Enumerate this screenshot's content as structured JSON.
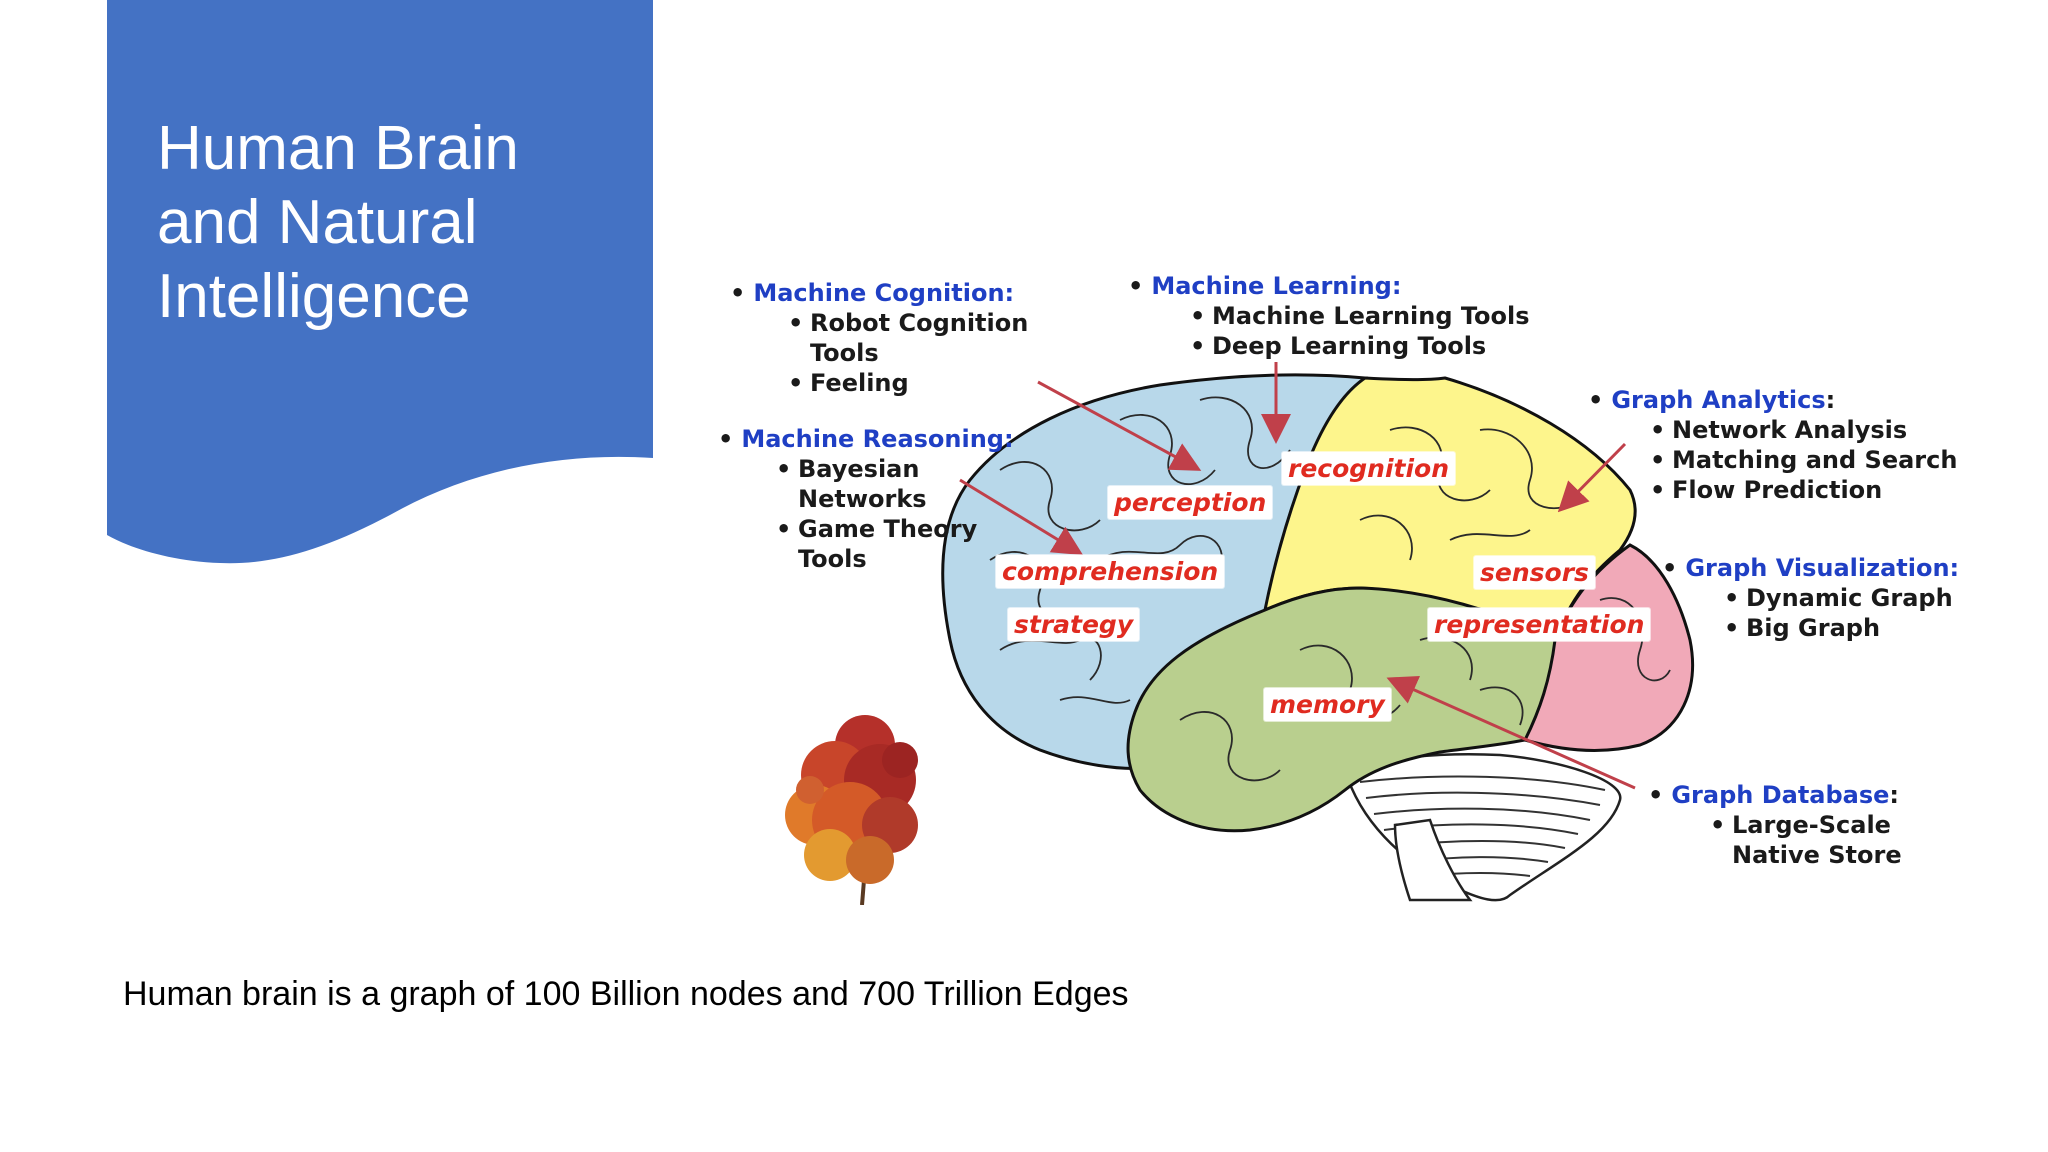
{
  "slide": {
    "title": "Human Brain\nand Natural\nIntelligence",
    "caption": "Human brain is a graph of 100 Billion nodes and 700 Trillion Edges"
  },
  "colors": {
    "title_panel": "#4472c4",
    "frontal_lobe": "#b8d8ea",
    "parietal_lobe": "#fdf58c",
    "occipital_lobe": "#f1a9b8",
    "temporal_lobe": "#b9cf8e",
    "heading_text": "#1f3fc4",
    "region_label_text": "#e02b20",
    "arrow": "#c0404a"
  },
  "diagram": {
    "groups": [
      {
        "heading": "Machine Cognition:",
        "items": [
          "Robot Cognition\nTools",
          "Feeling"
        ]
      },
      {
        "heading": "Machine Reasoning:",
        "items": [
          "Bayesian\nNetworks",
          "Game Theory\nTools"
        ]
      },
      {
        "heading": "Machine Learning:",
        "items": [
          "Machine Learning Tools",
          "Deep Learning Tools"
        ]
      },
      {
        "heading": "Graph Analytics",
        "items": [
          "Network Analysis",
          "Matching and Search",
          "Flow Prediction"
        ]
      },
      {
        "heading": "Graph Visualization:",
        "items": [
          "Dynamic Graph",
          "Big Graph"
        ]
      },
      {
        "heading": "Graph Database",
        "items": [
          "Large-Scale\nNative Store"
        ]
      }
    ],
    "region_labels": [
      "perception",
      "recognition",
      "comprehension",
      "strategy",
      "sensors",
      "representation",
      "memory"
    ]
  }
}
